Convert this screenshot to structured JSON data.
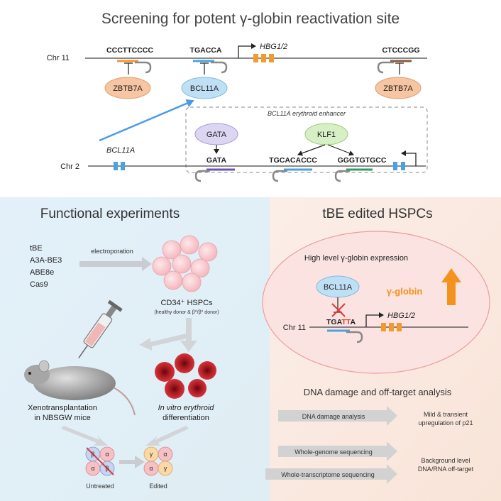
{
  "title": "Screening for potent γ-globin reactivation site",
  "top": {
    "chr11_label": "Chr 11",
    "chr2_label": "Chr 2",
    "seq_left": "CCCTTCCCC",
    "seq_mid": "TGACCA",
    "seq_right": "CTCCCGG",
    "hbg_label": "HBG1/2",
    "zbtb7a": "ZBTB7A",
    "bcl11a_protein": "BCL11A",
    "bcl11a_gene": "BCL11A",
    "enhancer_label": "BCL11A erythroid enhancer",
    "gata_protein": "GATA",
    "gata_seq": "GATA",
    "klf1": "KLF1",
    "klf_seq1": "TGCACACCC",
    "klf_seq2": "GGGTGTGCC"
  },
  "functional": {
    "title": "Functional experiments",
    "editors": [
      "tBE",
      "A3A-BE3",
      "ABE8e",
      "Cas9"
    ],
    "electroporation": "electroporation",
    "cd34": "CD34⁺ HSPCs",
    "donor": "(healthy donor & β⁰/β⁰ donor)",
    "xeno_line1": "Xenotransplantation",
    "xeno_line2": "in NBSGW mice",
    "invitro_line1": "In vitro erythroid",
    "invitro_line2": "differentiation",
    "untreated": "Untreated",
    "edited": "Edited",
    "beta": "β",
    "alpha": "α",
    "gamma": "γ"
  },
  "tbe": {
    "title": "tBE edited HSPCs",
    "high_level": "High level γ-globin expression",
    "bcl11a": "BCL11A",
    "gamma_globin": "γ-globin",
    "chr11": "Chr 11",
    "seq_pre": "TGA",
    "seq_mut": "TT",
    "seq_post": "A",
    "hbg": "HBG1/2",
    "dna_title": "DNA damage and off-target analysis",
    "analysis": [
      "DNA damage analysis",
      "Whole-genome sequencing",
      "Whole-transcriptome sequencing"
    ],
    "result1_line1": "Mild & transient",
    "result1_line2": "upregulation of p21",
    "result2_line1": "Background level",
    "result2_line2": "DNA/RNA off-target"
  },
  "colors": {
    "zbtb7a": "#f6c6a2",
    "bcl11a": "#bfe0f4",
    "gata": "#ddd6f2",
    "klf1": "#d6efc4",
    "exon": "#f29a2e",
    "gene_blue": "#4aa3df",
    "arrow_blue": "#4c9be8",
    "orange_arrow": "#f4921e"
  }
}
